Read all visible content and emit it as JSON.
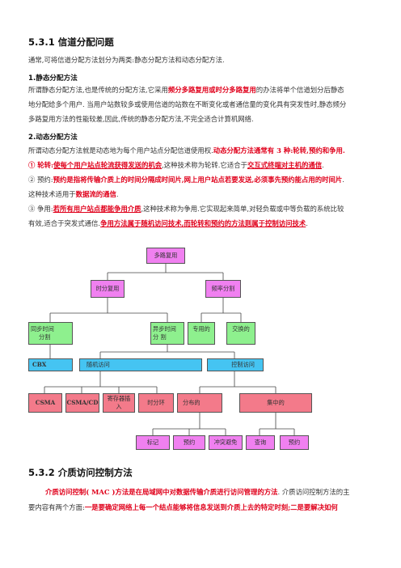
{
  "heading_531": "5.3.1  信道分配问题",
  "intro": "通常,可将信道分配方法划分为两类:静态分配方法和动态分配方法.",
  "static": {
    "title": "1.静态分配方法",
    "l1_a": "所谓静态分配方法,也是传统的分配方法,它采用",
    "l1_red": "频分多路复用或时分多路复用",
    "l1_b": "的办法将单个信道划分后静态",
    "l2": "地分配给多个用户.  当用户站数较多或使用信道的站数在不断变化或者通信量的变化具有突发性时,静态频分",
    "l3": "多路复用方法的性能较差,因此,传统的静态分配方法,不完全适合计算机网络."
  },
  "dynamic": {
    "title": "2.动态分配方法",
    "l1_a": "所谓动态分配方法就是动态地为每个用户站点分配信道使用权.",
    "l1_red": "动态分配方法通常有 3 种:轮转,预约和争用.",
    "p1_label": "①  轮转:",
    "p1_red": "使每个用户站点轮流获得发送的机会",
    "p1_b": ",这种技术称为轮转.它适合于",
    "p1_red2": "交互式终端对主机的通信",
    "p1_end": ".",
    "p2_label": "②  预约:",
    "p2_red": "预约是指将传输介质上的时间分隔成时间片,网上用户站点若要发送,必须事先预约能占用的时间片",
    "p2_end": ".",
    "p2_l2_a": "这种技术适用于",
    "p2_l2_red": "数据流的通信",
    "p2_l2_end": ".",
    "p3_label": "③  争用:",
    "p3_red": "若所有用户站点都能争用介质",
    "p3_b": ",这种技术称为争用.它实现起来简单,对轻负载或中等负载的系统比较",
    "p3_l2_a": "有效,适合于突发式通信.",
    "p3_l2_red": "争用方法属于随机访问技术,而轮转和预约的方法则属于控制访问技术",
    "p3_l2_end": "."
  },
  "tree": {
    "root": "多路复用",
    "tdm": "时分复用",
    "fdm": "频率分割",
    "sync1": "同步时间",
    "sync2": "分割",
    "async1": "异步时间",
    "async2": "分    割",
    "dedicated": "专用的",
    "exchange1": "交换的",
    "exchange2": "",
    "cbx": "CBX",
    "random": "随机访问",
    "control": "控制访问",
    "csma": "CSMA",
    "csmacd": "CSMA/CD",
    "reg1": "寄存器插",
    "reg2": "入",
    "slot": "时分环",
    "distributed": "分布的",
    "central": "集中的",
    "token": "标记",
    "reserve": "预约",
    "collision": "冲突避免",
    "polling": "查询",
    "reserve2": "预约"
  },
  "heading_532": "5.3.2  介质访问控制方法",
  "mac": {
    "l1_red": "介质访问控制( MAC )方法是在局域网中对数据传输介质进行访问管理的方法",
    "l1_b": ". 介质访问控制方法的主",
    "l2_a": "要内容有两个方面:",
    "l2_red": "一是要确定网络上每一个结点能够将信息发送到介质上去的特定时刻;二是要解决如何"
  }
}
